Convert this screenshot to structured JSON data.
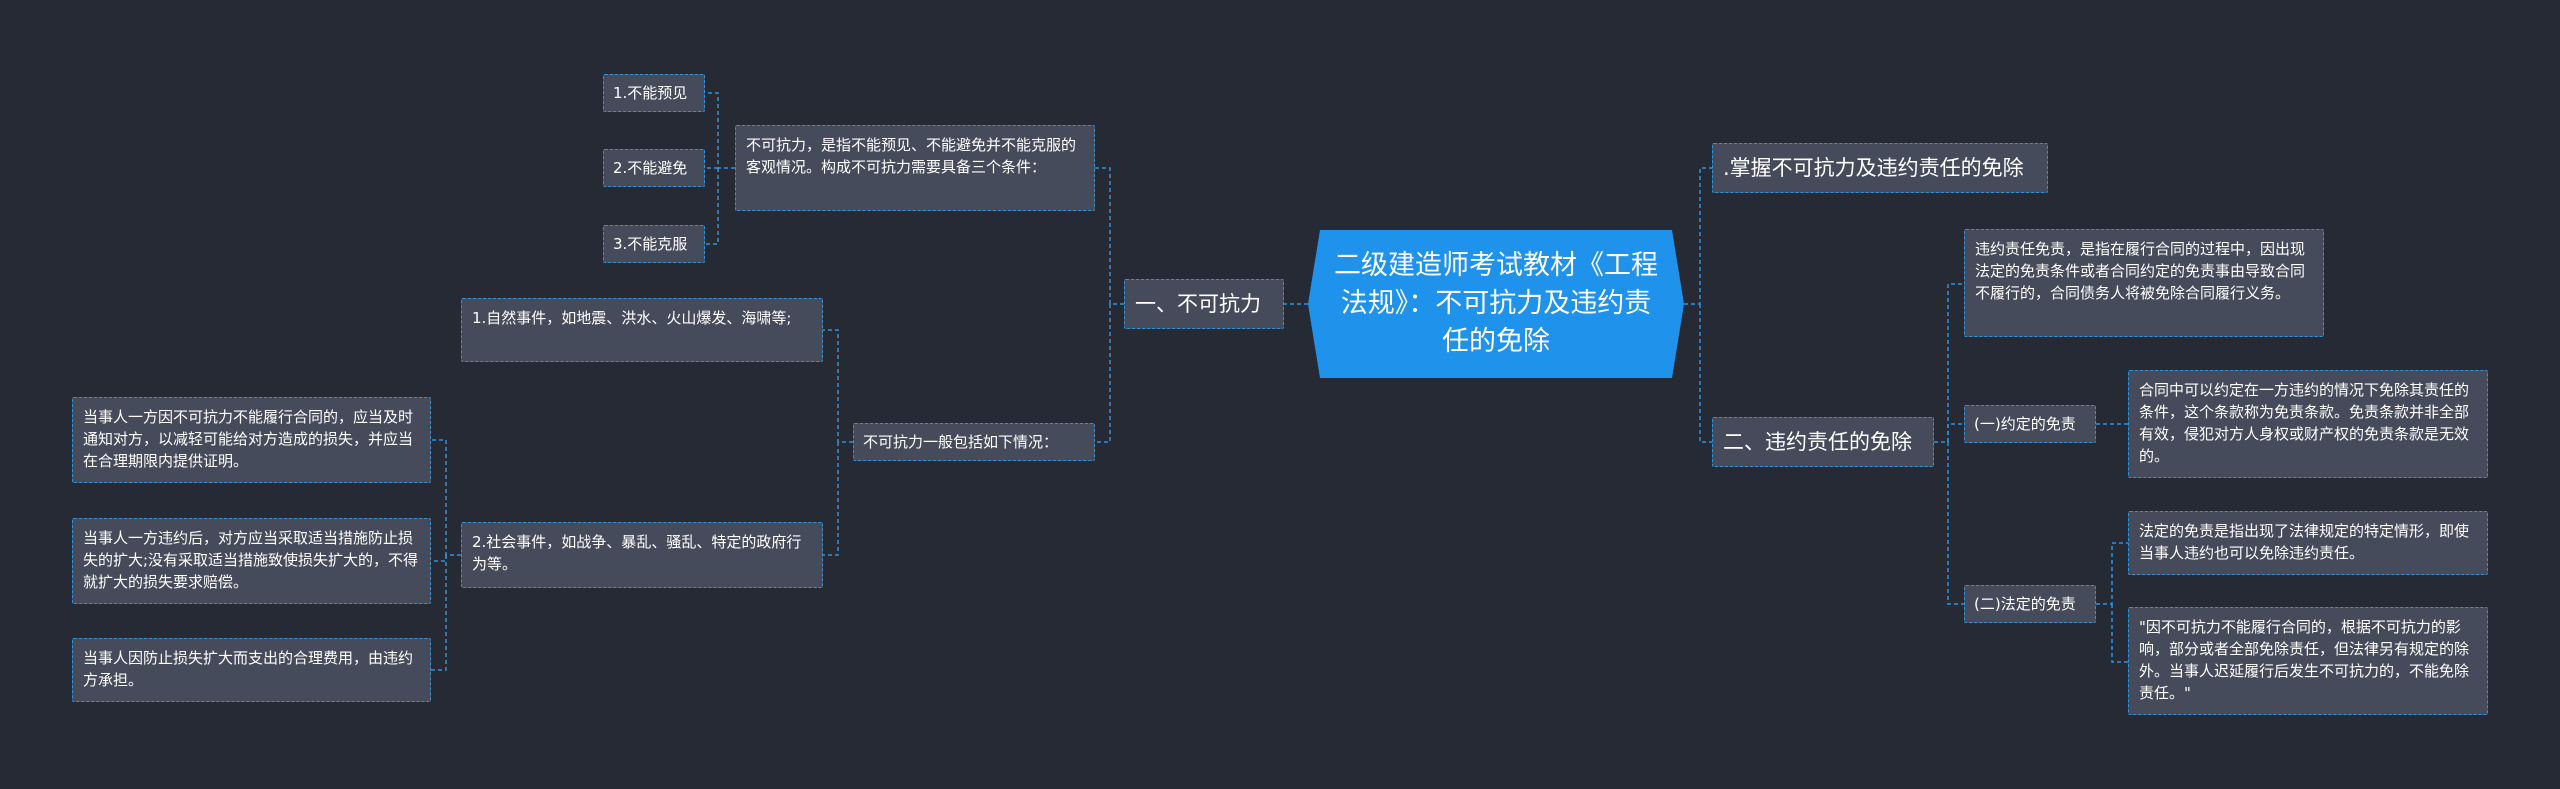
{
  "root": "二级建造师考试教材《工程法规》：不可抗力及违约责任的免除",
  "left": {
    "branch1": "一、不可抗力",
    "definition": "不可抗力，是指不能预见、不能避免并不能克服的客观情况。构成不可抗力需要具备三个条件：",
    "conditions": [
      "1.不能预见",
      "2.不能避免",
      "3.不能克服"
    ],
    "general": "不可抗力一般包括如下情况：",
    "natural": "1.自然事件，如地震、洪水、火山爆发、海啸等;",
    "social": "2.社会事件，如战争、暴乱、骚乱、特定的政府行为等。",
    "social_children": [
      "当事人一方因不可抗力不能履行合同的，应当及时通知对方，以减轻可能给对方造成的损失，并应当在合理期限内提供证明。",
      "当事人一方违约后，对方应当采取适当措施防止损失的扩大;没有采取适当措施致使损失扩大的，不得就扩大的损失要求赔偿。",
      "当事人因防止损失扩大而支出的合理费用，由违约方承担。"
    ]
  },
  "right": {
    "grasp": ".掌握不可抗力及违约责任的免除",
    "branch2": "二、违约责任的免除",
    "definition": "违约责任免责，是指在履行合同的过程中，因出现法定的免责条件或者合同约定的免责事由导致合同不履行的，合同债务人将被免除合同履行义务。",
    "agreed": "(一)约定的免责",
    "agreed_desc": "合同中可以约定在一方违约的情况下免除其责任的条件，这个条款称为免责条款。免责条款并非全部有效，侵犯对方人身权或财产权的免责条款是无效的。",
    "statutory": "(二)法定的免责",
    "statutory_desc1": "法定的免责是指出现了法律规定的特定情形，即使当事人违约也可以免除违约责任。",
    "statutory_desc2": "\"因不可抗力不能履行合同的，根据不可抗力的影响，部分或者全部免除责任，但法律另有规定的除外。当事人迟延履行后发生不可抗力的，不能免除责任。\""
  }
}
